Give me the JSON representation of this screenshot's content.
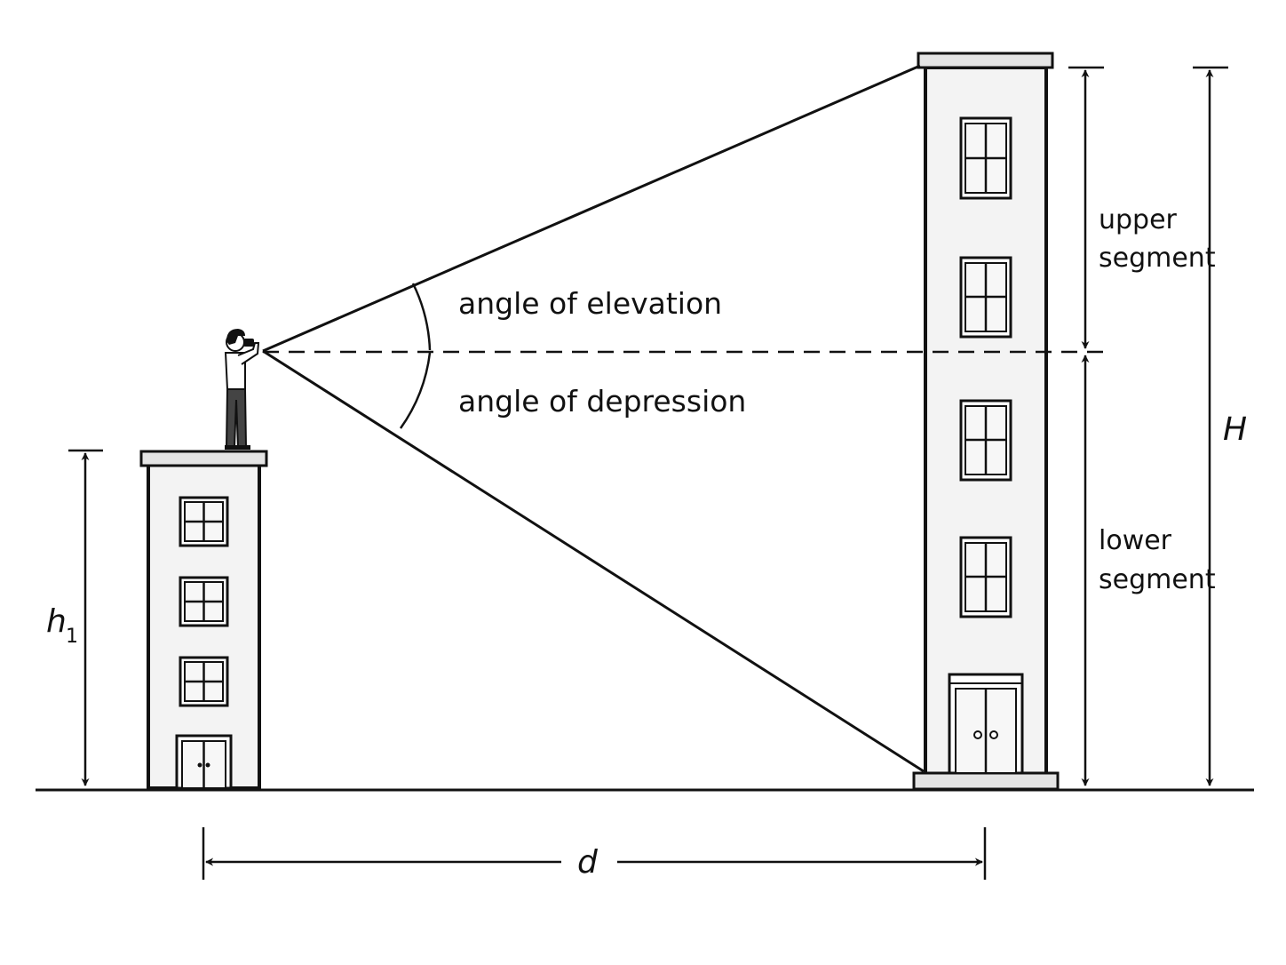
{
  "labels": {
    "angle_elevation": "angle of elevation",
    "angle_depression": "angle of depression",
    "upper_segment": [
      "upper",
      "segment"
    ],
    "lower_segment": [
      "lower",
      "segment"
    ],
    "total_height": "H",
    "observer_height": "h",
    "observer_height_subscript": "1",
    "distance": "d"
  },
  "colors": {
    "ink": "#111111",
    "wall": "#f3f3f3",
    "slab": "#e4e4e4"
  }
}
